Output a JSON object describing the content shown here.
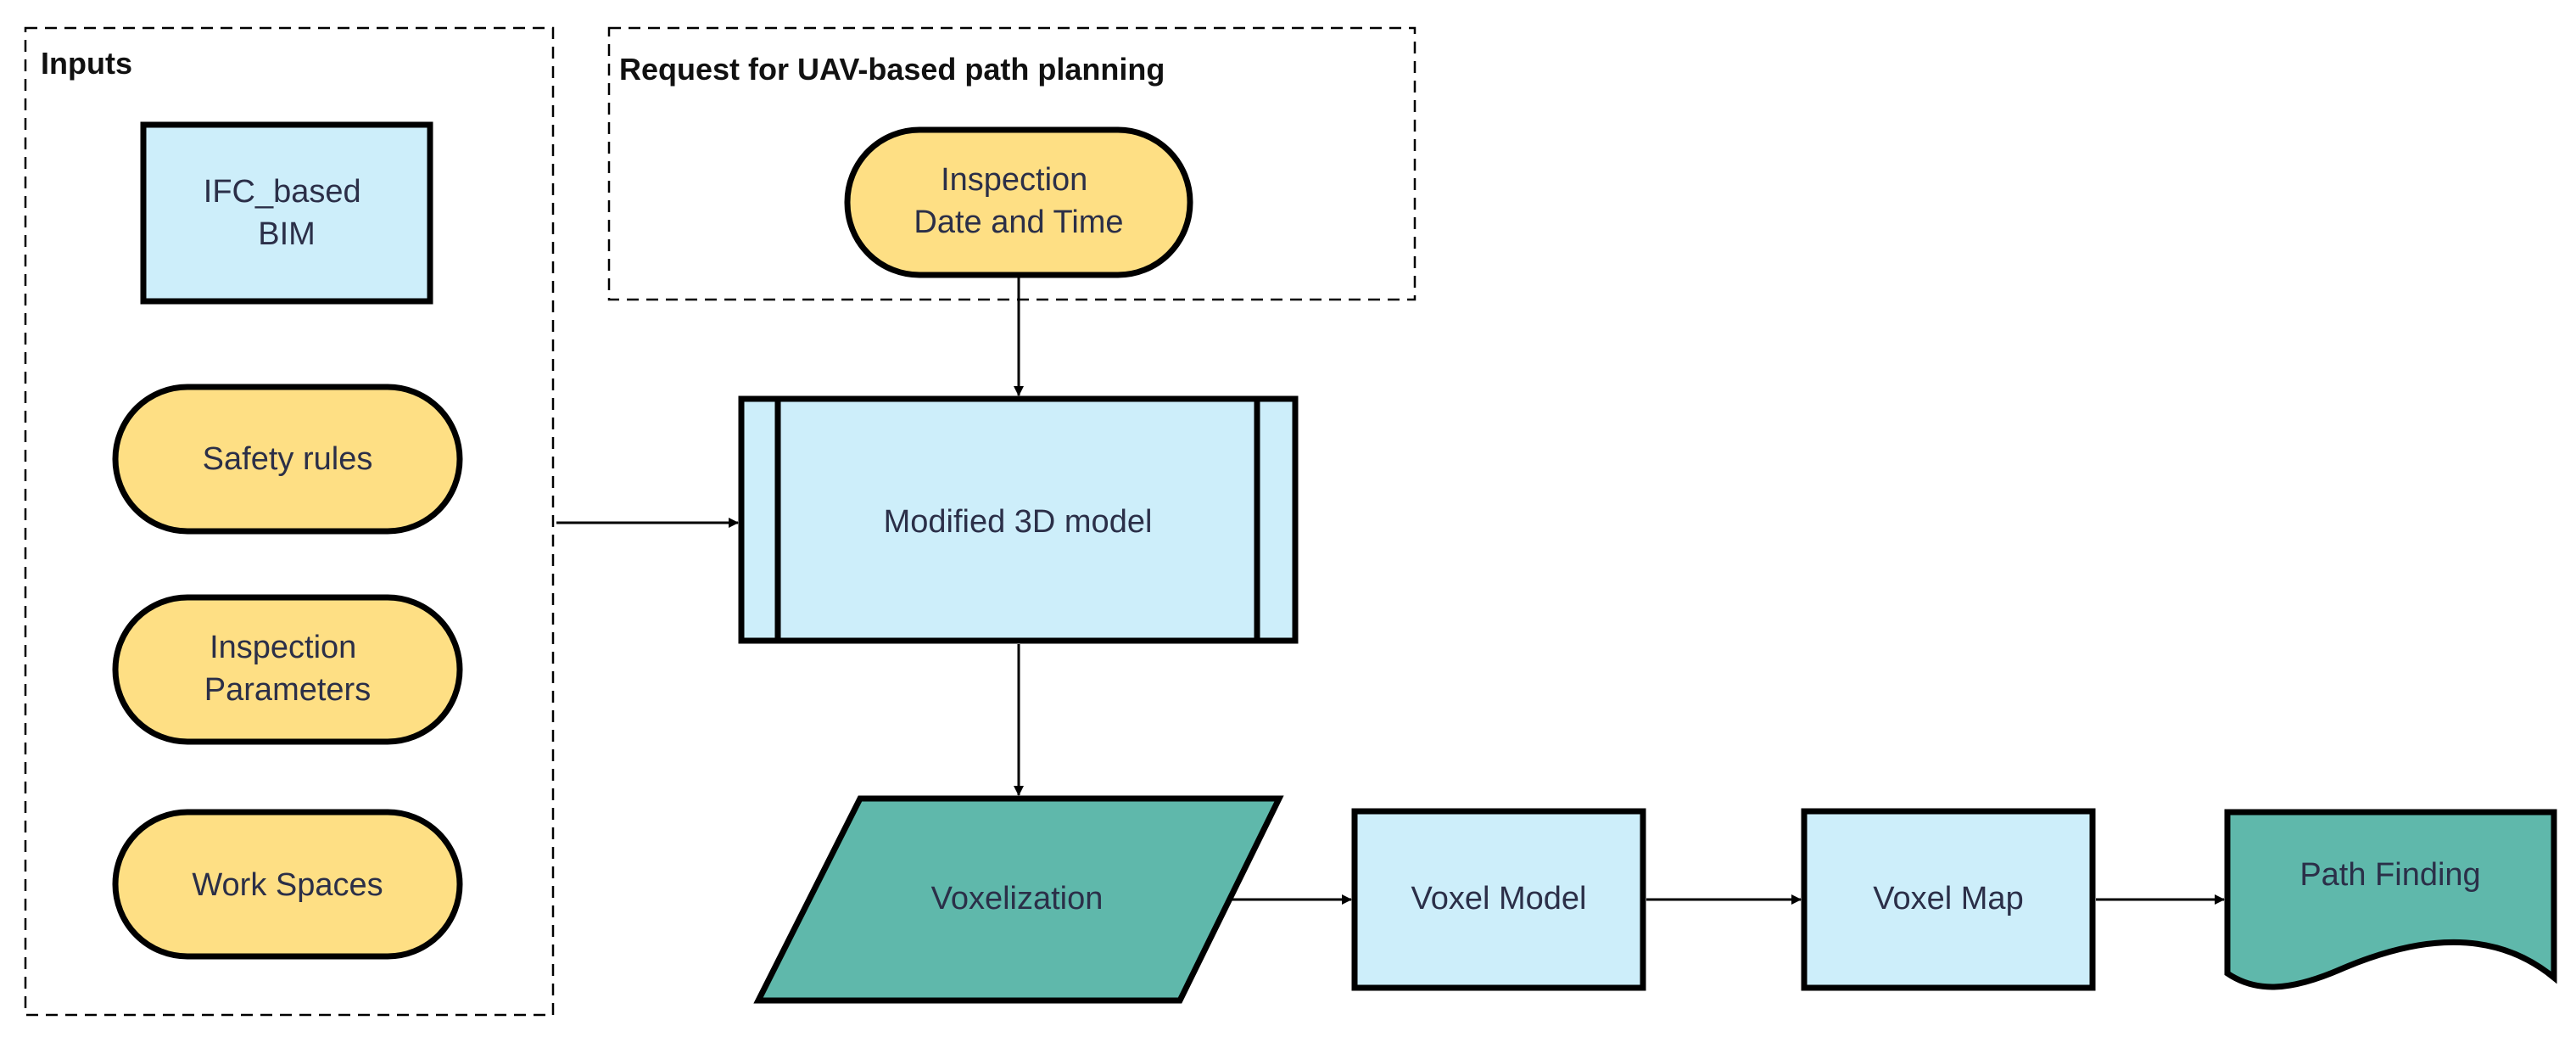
{
  "colors": {
    "process_fill": "#cdeefa",
    "terminal_fill": "#fedf84",
    "data_fill": "#5fb8ab",
    "stroke": "#000000",
    "text": "#2b2f48"
  },
  "groups": {
    "inputs": {
      "label": "Inputs"
    },
    "request": {
      "label": "Request for UAV-based path planning"
    }
  },
  "nodes": {
    "ifc_bim": {
      "line1": "IFC_based",
      "line2": "BIM"
    },
    "safety_rules": {
      "label": "Safety rules"
    },
    "inspection_parameters": {
      "line1": "Inspection",
      "line2": "Parameters"
    },
    "work_spaces": {
      "label": "Work Spaces"
    },
    "inspection_datetime": {
      "line1": "Inspection",
      "line2": "Date and Time"
    },
    "modified_3d_model": {
      "label": "Modified 3D model"
    },
    "voxelization": {
      "label": "Voxelization"
    },
    "voxel_model": {
      "label": "Voxel Model"
    },
    "voxel_map": {
      "label": "Voxel Map"
    },
    "path_finding": {
      "label": "Path Finding"
    }
  }
}
